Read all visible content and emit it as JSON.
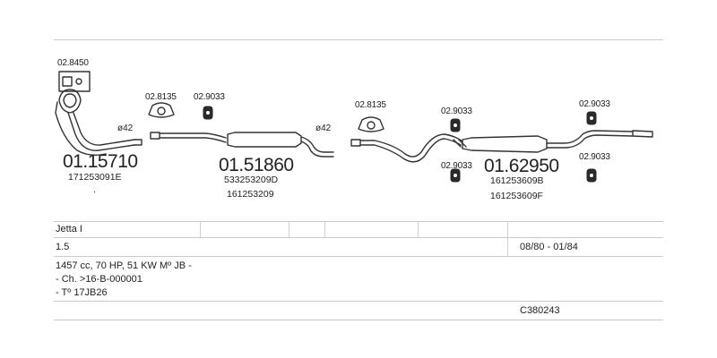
{
  "parts": {
    "p1": {
      "code": "01.15710",
      "oem": [
        "171253091E",
        "."
      ],
      "clamp": "02.8450",
      "diameter": "ø42"
    },
    "p2": {
      "code": "01.51860",
      "oem": [
        "533253209D",
        "161253209"
      ],
      "clamp_a": "02.8135",
      "clamp_b": "02.9033",
      "diameter": "ø42"
    },
    "p3": {
      "code": "01.62950",
      "oem": [
        "161253609B",
        "161253609F"
      ],
      "clamp_a": "02.8135",
      "clamp_b": "02.9033",
      "clamp_c": "02.9033",
      "clamp_d": "02.9033",
      "clamp_e": "02.9033"
    }
  },
  "table": {
    "model": "Jetta I",
    "engine": "1.5",
    "dates": "08/80 - 01/84",
    "details": [
      "1457 cc, 70 HP, 51 KW Mº JB -",
      "- Ch. >16-B-000001",
      "- Tº 17JB26"
    ],
    "reference": "C380243"
  },
  "colors": {
    "line": "#c9c9c9",
    "pipe": "#333333",
    "text": "#222222"
  }
}
